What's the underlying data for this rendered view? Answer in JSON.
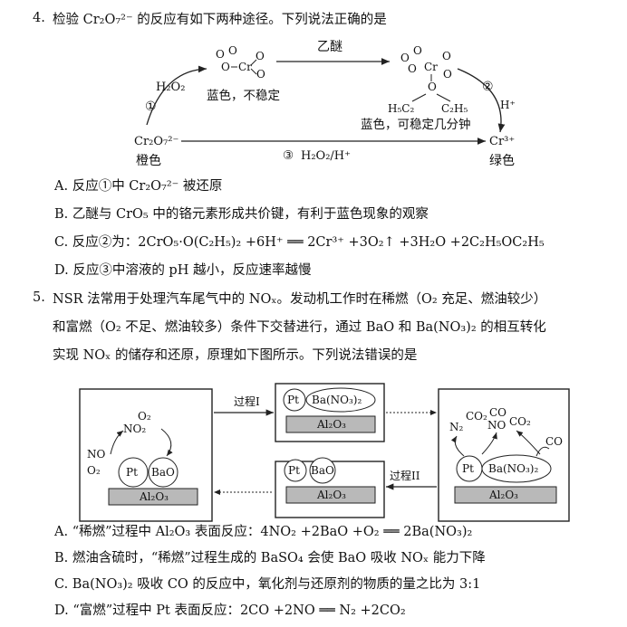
{
  "q4": {
    "number": "4.",
    "stem": "检验 Cr₂O₇²⁻ 的反应有如下两种途径。下列说法正确的是",
    "diagram": {
      "h2o2_label": "H₂O₂",
      "step1": "①",
      "step2": "②",
      "step3": "③",
      "step3_reagent": "H₂O₂/H⁺",
      "ether_label": "乙醚",
      "crO5_center": "Cr",
      "crO5_note": "蓝色，不稳定",
      "complex_note": "蓝色，可稳定几分钟",
      "complex_ligand_left": "H₅C₂",
      "complex_ligand_right": "C₂H₅",
      "h_plus": "H⁺",
      "start_species": "Cr₂O₇²⁻",
      "start_color": "橙色",
      "end_species": "Cr³⁺",
      "end_color": "绿色"
    },
    "options": [
      "A. 反应①中 Cr₂O₇²⁻ 被还原",
      "B. 乙醚与 CrO₅ 中的铬元素形成共价键，有利于蓝色现象的观察",
      "C. 反应②为：2CrO₅·O(C₂H₅)₂ +6H⁺ ══ 2Cr³⁺ +3O₂↑ +3H₂O +2C₂H₅OC₂H₅",
      "D. 反应③中溶液的 pH 越小，反应速率越慢"
    ]
  },
  "q5": {
    "number": "5.",
    "stem_lines": [
      "NSR 法常用于处理汽车尾气中的 NOₓ。发动机工作时在稀燃（O₂ 充足、燃油较少）",
      "和富燃（O₂ 不足、燃油较多）条件下交替进行，通过 BaO 和 Ba(NO₃)₂ 的相互转化",
      "实现 NOₓ 的储存和还原，原理如下图所示。下列说法错误的是"
    ],
    "diagram": {
      "process1": "过程I",
      "process2": "过程II",
      "pt": "Pt",
      "bao": "BaO",
      "ba_nitrate": "Ba(NO₃)₂",
      "al2o3": "Al₂O₃",
      "o2": "O₂",
      "no2": "NO₂",
      "no": "NO",
      "n2": "N₂",
      "co2": "CO₂",
      "co": "CO"
    },
    "options": [
      "A. “稀燃”过程中 Al₂O₃ 表面反应：4NO₂ +2BaO +O₂ ══ 2Ba(NO₃)₂",
      "B. 燃油含硫时，“稀燃”过程生成的 BaSO₄ 会使 BaO 吸收 NOₓ 能力下降",
      "C. Ba(NO₃)₂ 吸收 CO 的反应中，氧化剂与还原剂的物质的量之比为 3:1",
      "D. “富燃”过程中 Pt 表面反应：2CO +2NO ══ N₂ +2CO₂"
    ]
  }
}
